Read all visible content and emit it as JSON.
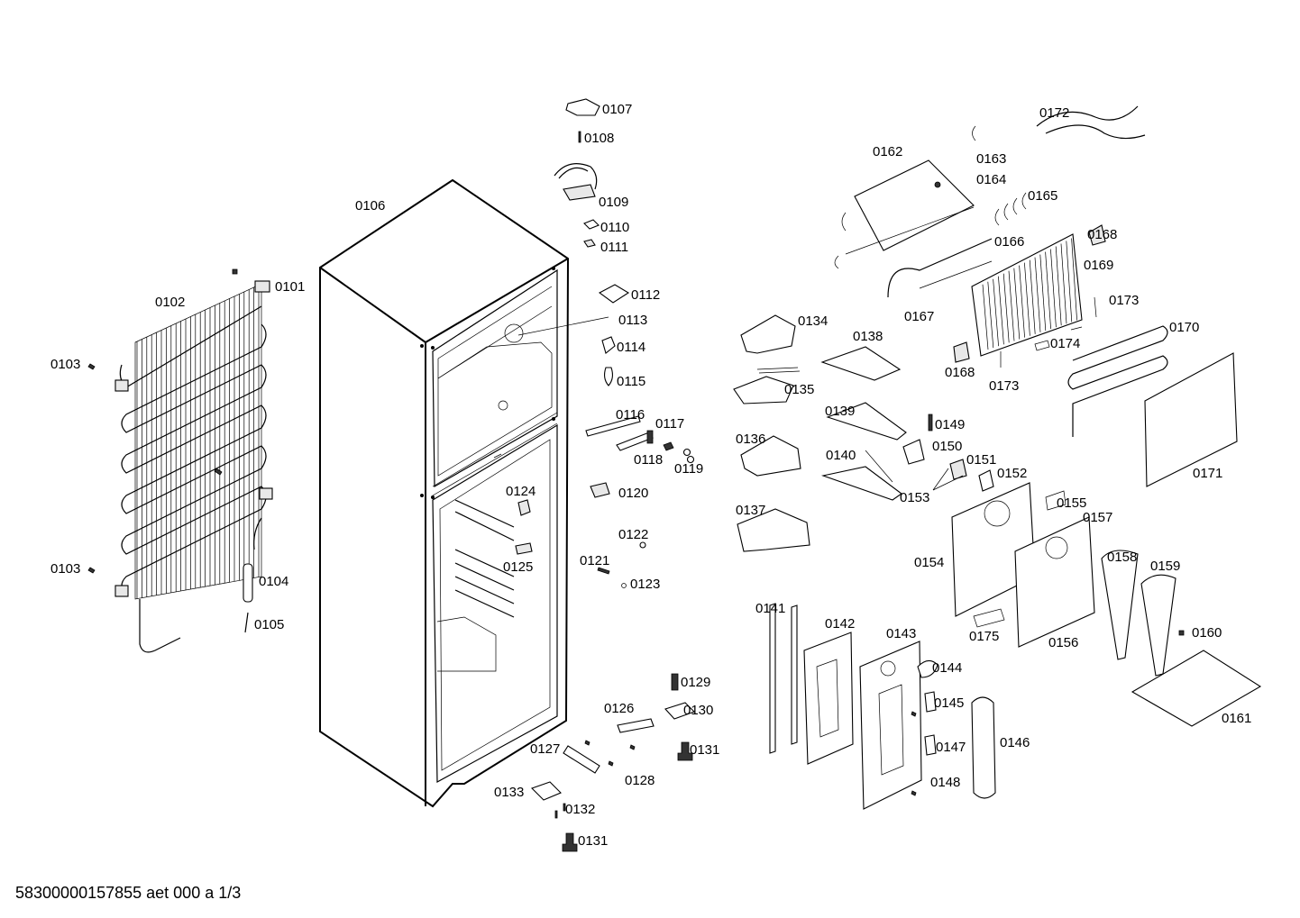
{
  "footer_text": "58300000157855 aet 000 a 1/3",
  "callouts": [
    "0101",
    "0102",
    "0103",
    "0103",
    "0104",
    "0105",
    "0106",
    "0107",
    "0108",
    "0109",
    "0110",
    "0111",
    "0112",
    "0113",
    "0114",
    "0115",
    "0116",
    "0117",
    "0118",
    "0119",
    "0120",
    "0121",
    "0122",
    "0123",
    "0124",
    "0125",
    "0126",
    "0127",
    "0128",
    "0129",
    "0130",
    "0131",
    "0131",
    "0132",
    "0133",
    "0134",
    "0135",
    "0136",
    "0137",
    "0138",
    "0139",
    "0140",
    "0141",
    "0142",
    "0143",
    "0144",
    "0145",
    "0146",
    "0147",
    "0148",
    "0149",
    "0150",
    "0151",
    "0152",
    "0153",
    "0154",
    "0155",
    "0156",
    "0157",
    "0158",
    "0159",
    "0160",
    "0161",
    "0162",
    "0163",
    "0164",
    "0165",
    "0166",
    "0167",
    "0168",
    "0168",
    "0169",
    "0170",
    "0171",
    "0172",
    "0173",
    "0173",
    "0174",
    "0175"
  ]
}
